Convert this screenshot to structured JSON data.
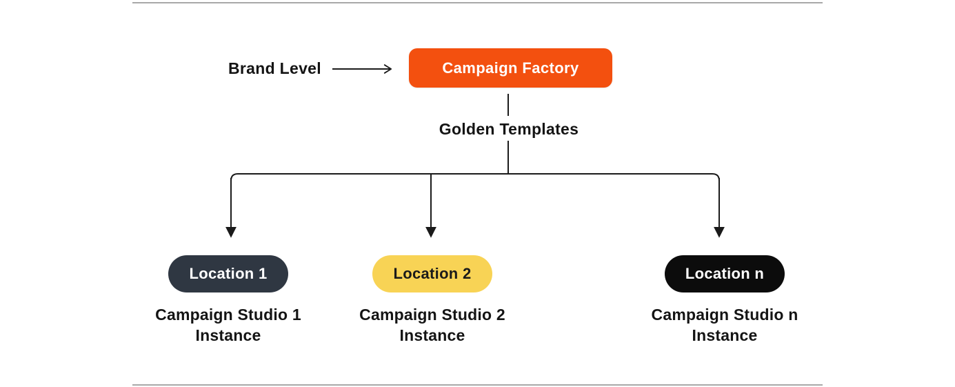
{
  "frame": {
    "background_color": "#FFFFFF",
    "border_line_color": "#A8A8A8"
  },
  "diagram": {
    "connector_color": "#1A1A1A",
    "brand_level": {
      "label": "Brand Level"
    },
    "campaign_factory": {
      "label": "Campaign Factory",
      "fill_color": "#F3500F",
      "text_color": "#FFFFFF"
    },
    "golden_templates": {
      "label": "Golden Templates"
    },
    "locations": [
      {
        "label": "Location 1",
        "pill_color": "#2F3742",
        "pill_text_color": "#FFFFFF",
        "studio_line1": "Campaign Studio 1",
        "studio_line2": "Instance"
      },
      {
        "label": "Location 2",
        "pill_color": "#F8D355",
        "pill_text_color": "#1A1A1A",
        "studio_line1": "Campaign Studio 2",
        "studio_line2": "Instance"
      },
      {
        "label": "Location n",
        "pill_color": "#0C0C0C",
        "pill_text_color": "#FFFFFF",
        "studio_line1": "Campaign Studio n",
        "studio_line2": "Instance"
      }
    ]
  }
}
